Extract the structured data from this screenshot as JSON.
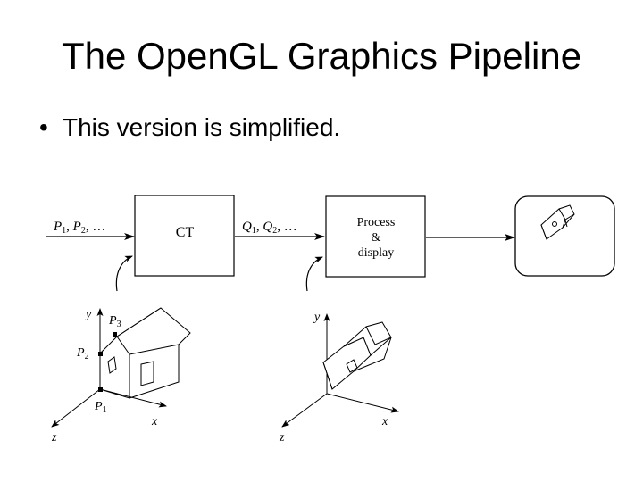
{
  "slide": {
    "title": "The OpenGL Graphics Pipeline",
    "bullets": [
      {
        "marker": "•",
        "text": "This version is simplified."
      }
    ]
  },
  "diagram": {
    "input_label_main": "P",
    "input_label_rest": "1, P2, …",
    "input_sub1": "1",
    "input_sub2": "2",
    "input_sep": ", ",
    "input_ellipsis": ", …",
    "input_letter": "P",
    "ct_label": "CT",
    "output_letter": "Q",
    "output_sub1": "1",
    "output_sub2": "2",
    "output_sep": ", ",
    "output_ellipsis": ", …",
    "process_line1": "Process",
    "process_line2": "&",
    "process_line3": "display",
    "scene1": {
      "y_axis": "y",
      "x_axis": "x",
      "z_axis": "z",
      "p3_letter": "P",
      "p3_sub": "3",
      "p2_letter": "P",
      "p2_sub": "2",
      "p1_letter": "P",
      "p1_sub": "1"
    },
    "scene2": {
      "y_axis": "y",
      "x_axis": "x",
      "z_axis": "z"
    }
  }
}
